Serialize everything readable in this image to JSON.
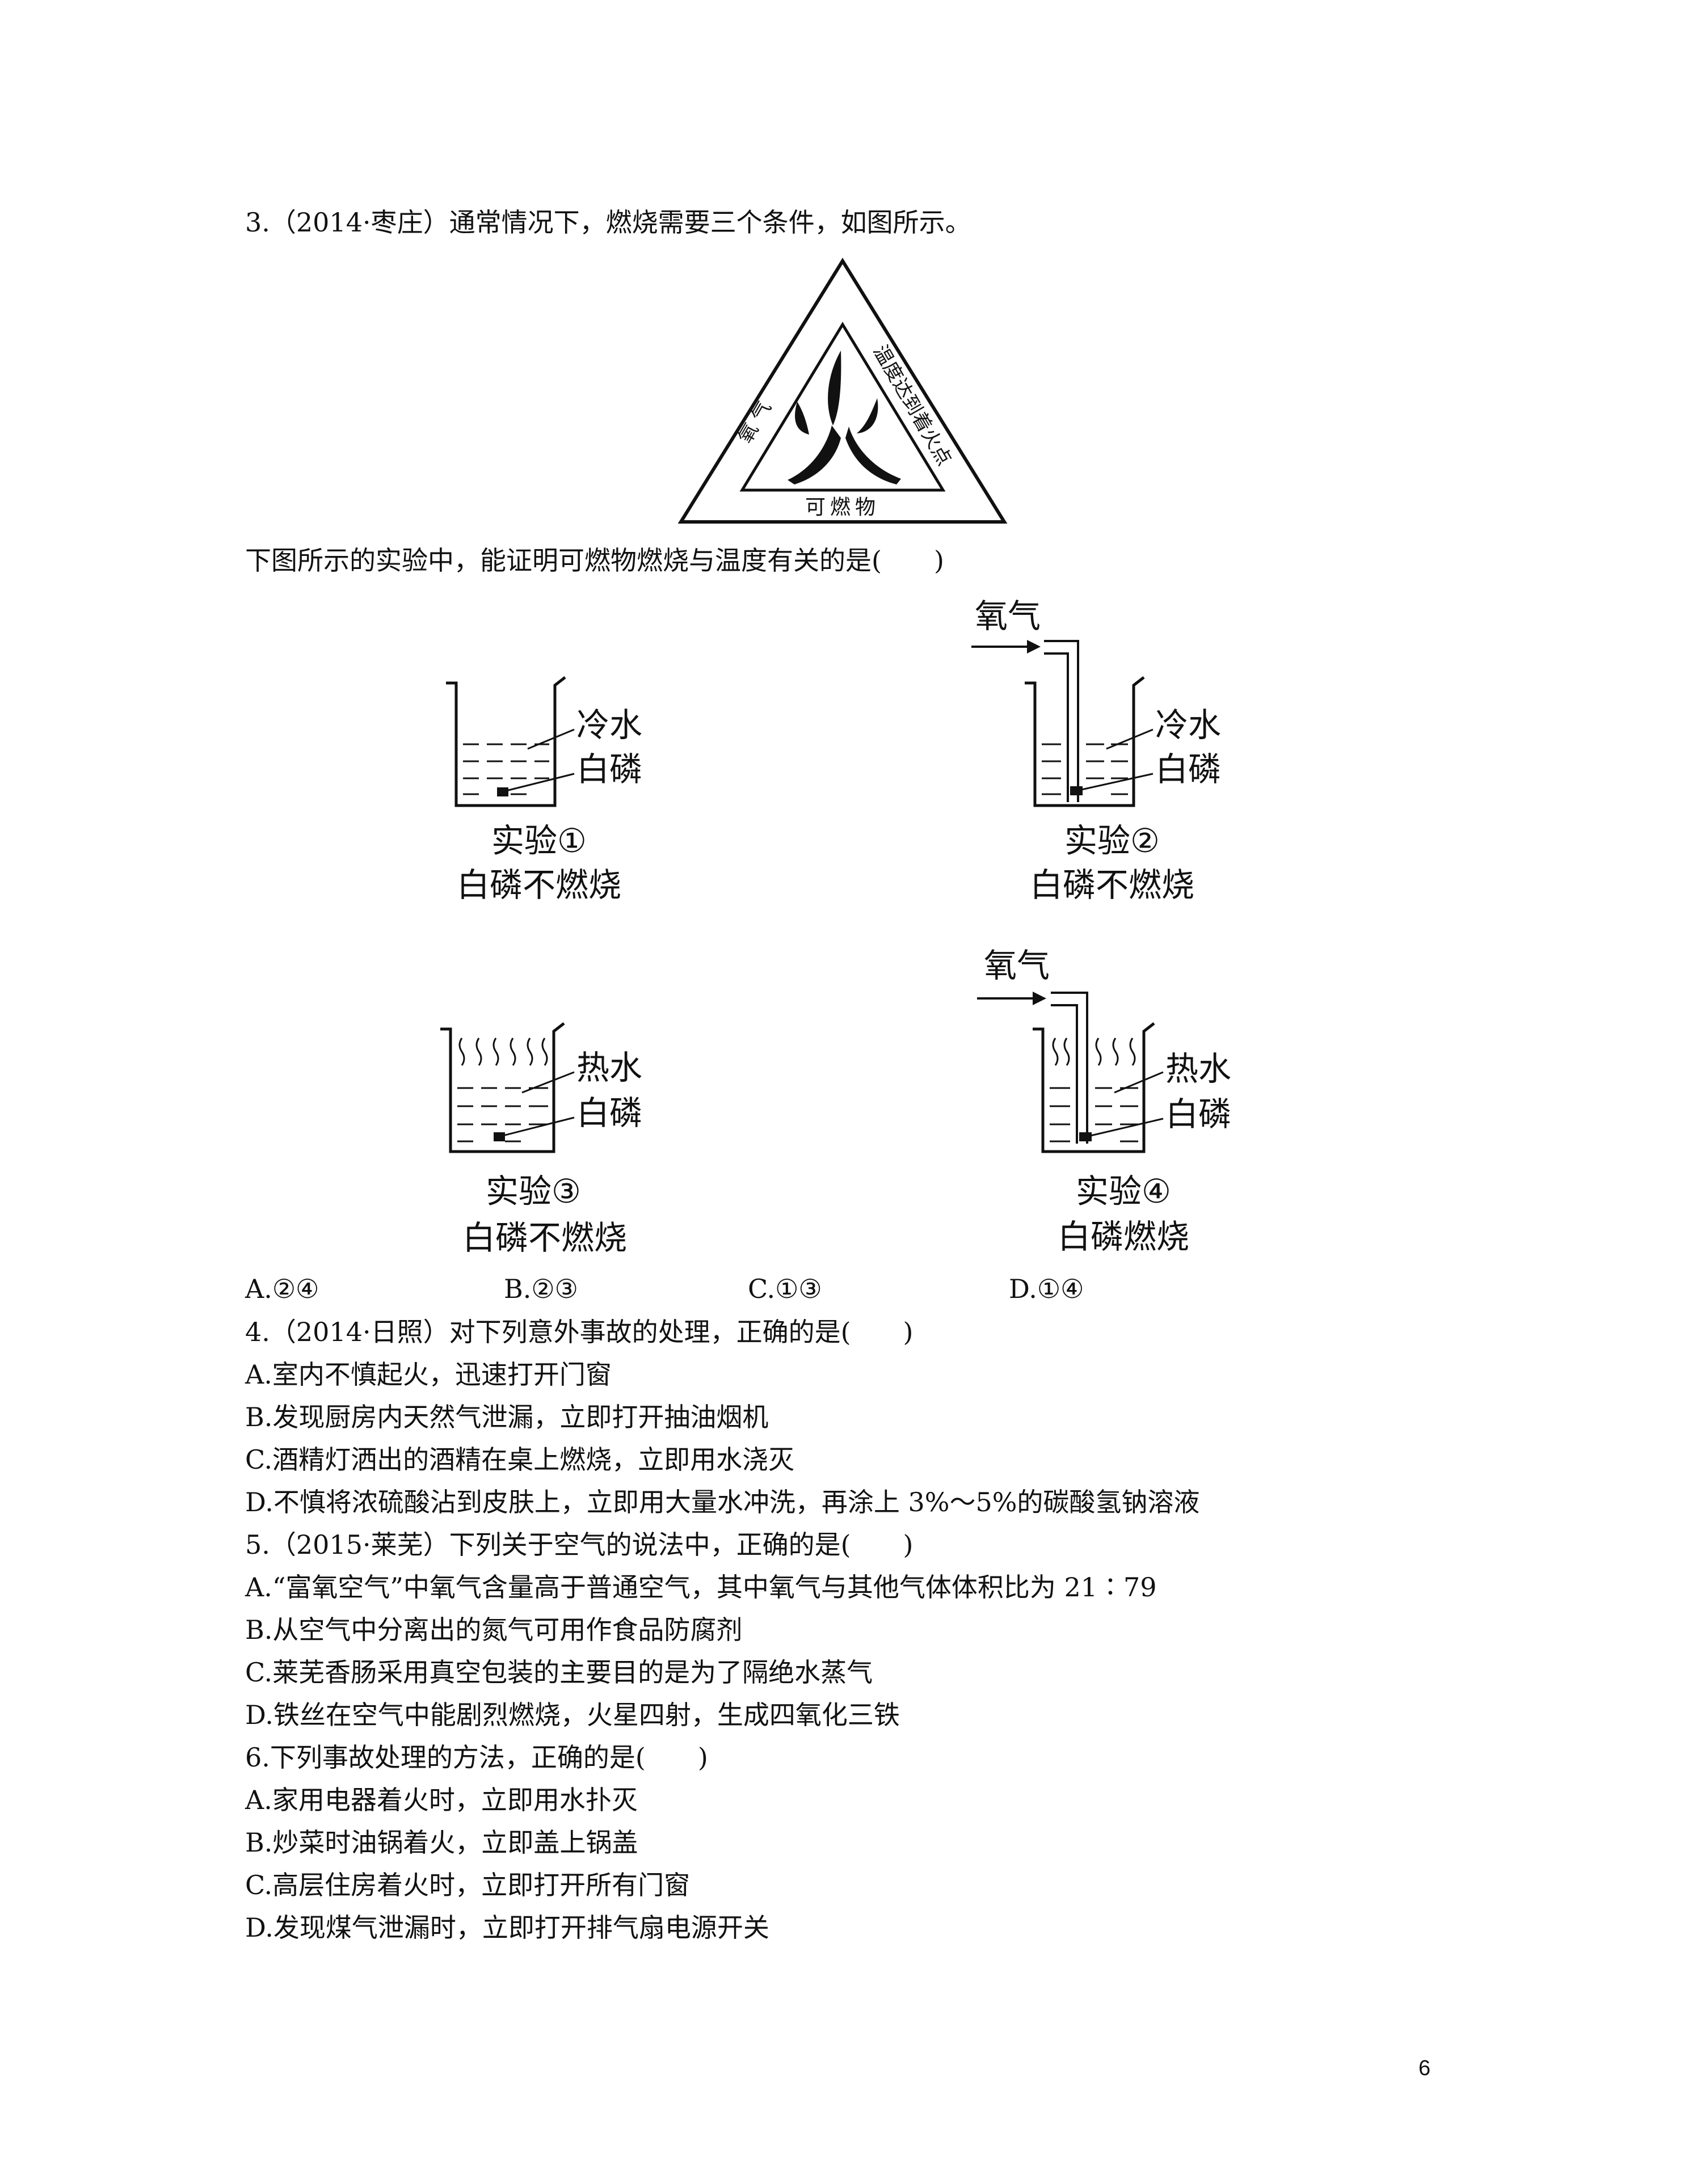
{
  "q3": {
    "stem": "3.（2014·枣庄）通常情况下，燃烧需要三个条件，如图所示。",
    "triangle": {
      "center": "火",
      "left": "氧 气",
      "right": "温度达到着火点",
      "bottom": "可燃物"
    },
    "sub_question": "下图所示的实验中，能证明可燃物燃烧与温度有关的是(　　)",
    "experiments": [
      {
        "water": "冷水",
        "phosphorus": "白磷",
        "title": "实验①",
        "result": "白磷不燃烧",
        "gas": ""
      },
      {
        "water": "冷水",
        "phosphorus": "白磷",
        "title": "实验②",
        "result": "白磷不燃烧",
        "gas": "氧气"
      },
      {
        "water": "热水",
        "phosphorus": "白磷",
        "title": "实验③",
        "result": "白磷不燃烧",
        "gas": ""
      },
      {
        "water": "热水",
        "phosphorus": "白磷",
        "title": "实验④",
        "result": "白磷燃烧",
        "gas": "氧气"
      }
    ],
    "options": [
      "A.②④",
      "B.②③",
      "C.①③",
      "D.①④"
    ]
  },
  "q4": {
    "stem": "4.（2014·日照）对下列意外事故的处理，正确的是(　　)",
    "options": [
      "A.室内不慎起火，迅速打开门窗",
      "B.发现厨房内天然气泄漏，立即打开抽油烟机",
      "C.酒精灯洒出的酒精在桌上燃烧，立即用水浇灭",
      "D.不慎将浓硫酸沾到皮肤上，立即用大量水冲洗，再涂上 3%～5%的碳酸氢钠溶液"
    ]
  },
  "q5": {
    "stem": "5.（2015·莱芜）下列关于空气的说法中，正确的是(　　)",
    "options": [
      "A.“富氧空气”中氧气含量高于普通空气，其中氧气与其他气体体积比为 21∶79",
      "B.从空气中分离出的氮气可用作食品防腐剂",
      "C.莱芜香肠采用真空包装的主要目的是为了隔绝水蒸气",
      "D.铁丝在空气中能剧烈燃烧，火星四射，生成四氧化三铁"
    ]
  },
  "q6": {
    "stem": "6.下列事故处理的方法，正确的是(　　)",
    "options": [
      "A.家用电器着火时，立即用水扑灭",
      "B.炒菜时油锅着火，立即盖上锅盖",
      "C.高层住房着火时，立即打开所有门窗",
      "D.发现煤气泄漏时，立即打开排气扇电源开关"
    ]
  },
  "page_number": "6"
}
